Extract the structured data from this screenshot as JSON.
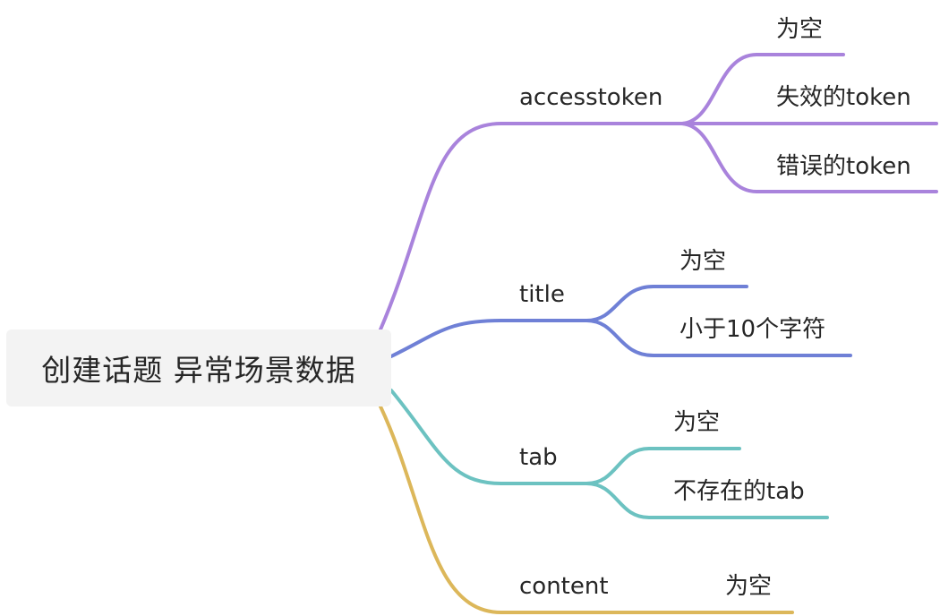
{
  "root": {
    "label": "创建话题 异常场景数据"
  },
  "branches": [
    {
      "label": "accesstoken",
      "color": "#a983dc",
      "children": [
        "为空",
        "失效的token",
        "错误的token"
      ]
    },
    {
      "label": "title",
      "color": "#6f80d6",
      "children": [
        "为空",
        "小于10个字符"
      ]
    },
    {
      "label": "tab",
      "color": "#6cc2c1",
      "children": [
        "为空",
        "不存在的tab"
      ]
    },
    {
      "label": "content",
      "color": "#dcb75a",
      "children": [
        "为空"
      ]
    }
  ]
}
